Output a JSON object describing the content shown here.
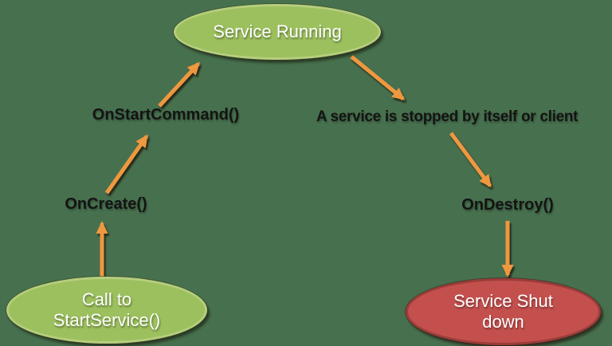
{
  "colors": {
    "background": "#47714E",
    "node_green_fill": "#9CC05E",
    "node_green_border": "#B6CE7E",
    "node_red_fill": "#C4504D",
    "node_red_border": "#9A3D39",
    "arrow": "#EE9840",
    "label_text": "#141414",
    "node_text": "#FFFFFF"
  },
  "nodes": {
    "service_running": {
      "label": "Service Running"
    },
    "call_to_start_service": {
      "label": "Call to StartService()"
    },
    "service_shut_down": {
      "label": "Service Shut down"
    }
  },
  "labels": {
    "on_create": "OnCreate()",
    "on_start_command": "OnStartCommand()",
    "on_destroy": "OnDestroy()",
    "stop_note": "A service is stopped by itself or client"
  },
  "edges": [
    {
      "from": "call_to_start_service",
      "to": "on_create"
    },
    {
      "from": "on_create",
      "to": "on_start_command"
    },
    {
      "from": "on_start_command",
      "to": "service_running"
    },
    {
      "from": "service_running",
      "to": "stop_note"
    },
    {
      "from": "stop_note",
      "to": "on_destroy"
    },
    {
      "from": "on_destroy",
      "to": "service_shut_down"
    }
  ]
}
